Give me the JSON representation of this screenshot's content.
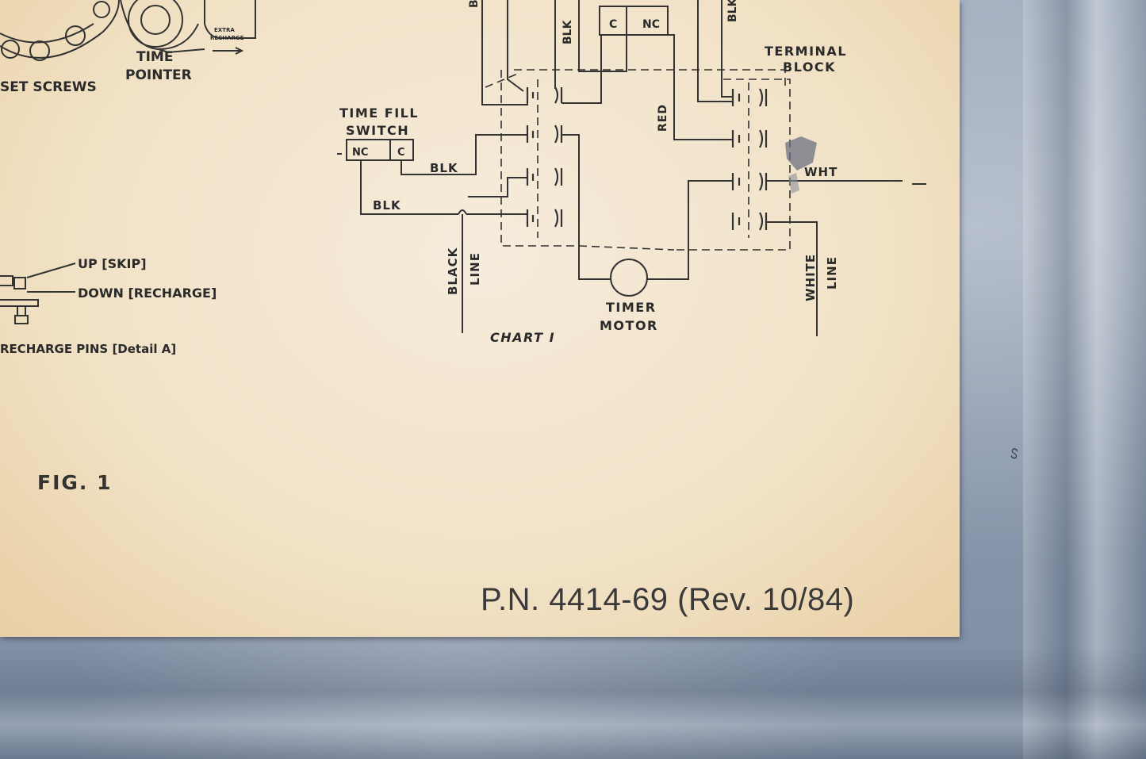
{
  "figure_label": "FIG. 1",
  "part_number": "P.N. 4414-69 (Rev. 10/84)",
  "chart_label": "CHART I",
  "labels": {
    "time_fill_switch_1": "TIME FILL",
    "time_fill_switch_2": "SWITCH",
    "nc_left": "NC",
    "c_left": "C",
    "c_top": "C",
    "nc_top": "NC",
    "terminal_block_1": "TERMINAL",
    "terminal_block_2": "BLOCK",
    "blk_1": "BLK",
    "blk_2": "BLK",
    "blk_top": "BLK",
    "blk_top_right": "BLK",
    "b_top": "B",
    "red": "RED",
    "wht": "WHT",
    "black_line_1": "BLACK",
    "black_line_2": "LINE",
    "white_line_1": "WHITE",
    "white_line_2": "LINE",
    "timer_motor_1": "TIMER",
    "timer_motor_2": "MOTOR",
    "time_pointer": "TIME",
    "time_pointer_2": "POINTER",
    "extra_recharge_1": "EXTRA",
    "extra_recharge_2": "RECHARGE",
    "set_screws": "SET SCREWS",
    "up_skip": "UP [SKIP]",
    "down_recharge": "DOWN [RECHARGE]",
    "recharge_pins": "RECHARGE PINS [Detail A]"
  },
  "panel_mark": "ᔕ"
}
